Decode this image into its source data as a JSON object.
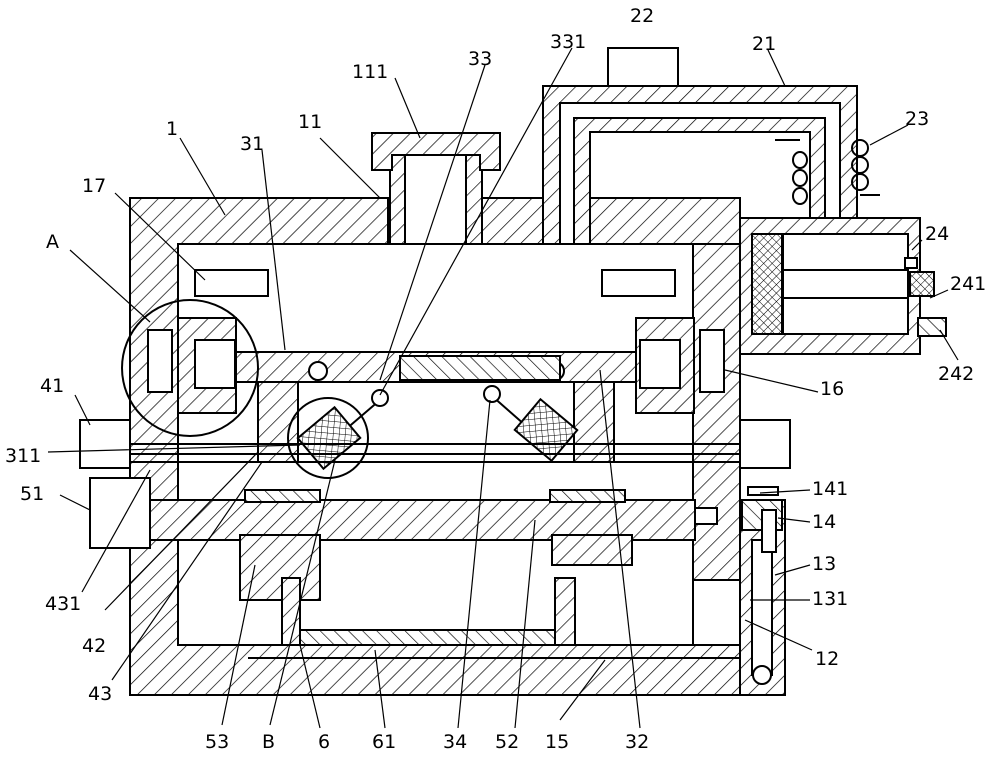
{
  "diagram": {
    "labels": {
      "l1": "1",
      "l17": "17",
      "lA": "A",
      "l31": "31",
      "l11": "11",
      "l111": "111",
      "l33": "33",
      "l331": "331",
      "l22": "22",
      "l21": "21",
      "l23": "23",
      "l24": "24",
      "l241": "241",
      "l242": "242",
      "l16": "16",
      "l41": "41",
      "l311": "311",
      "l51": "51",
      "l141": "141",
      "l14": "14",
      "l13": "13",
      "l131": "131",
      "l12": "12",
      "l431": "431",
      "l42": "42",
      "l43": "43",
      "l53": "53",
      "lB": "B",
      "l6": "6",
      "l61": "61",
      "l34": "34",
      "l52": "52",
      "l15": "15",
      "l32": "32"
    }
  }
}
